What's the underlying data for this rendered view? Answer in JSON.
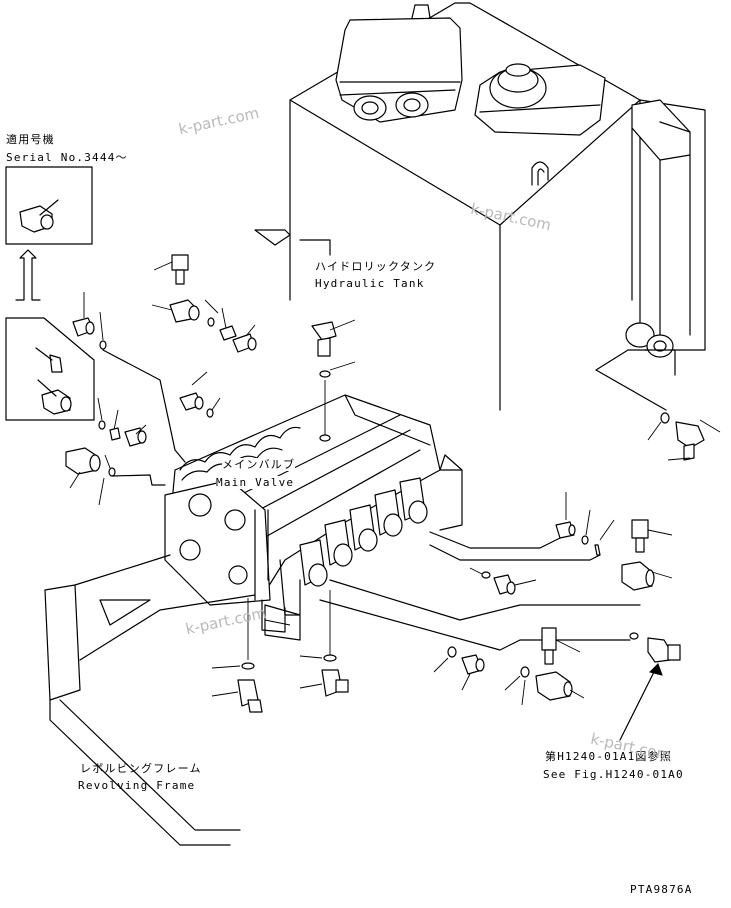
{
  "labels": {
    "serial_jp": "適用号機",
    "serial_en": "Serial No.3444～",
    "tank_jp": "ハイドロリックタンク",
    "tank_en": "Hydraulic Tank",
    "valve_jp": "メインバルブ",
    "valve_en": "Main Valve",
    "frame_jp": "レボルビングフレーム",
    "frame_en": "Revolving Frame",
    "fig_jp": "第H1240-01A1図参照",
    "fig_en": "See Fig.H1240-01A0",
    "drawing_no": "PTA9876A"
  },
  "watermarks": [
    "k-part.com",
    "k-part.com",
    "k-part.com",
    "k-part.com"
  ]
}
